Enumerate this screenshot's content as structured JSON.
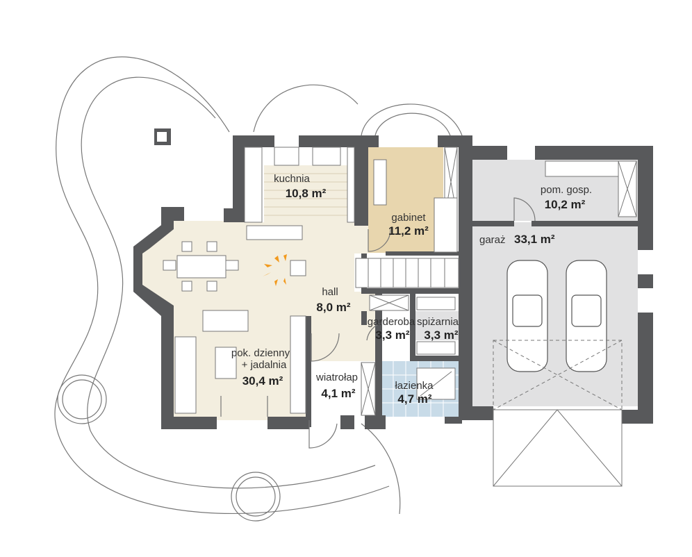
{
  "rooms": {
    "kuchnia": {
      "name": "kuchnia",
      "area": "10,8 m²"
    },
    "gabinet": {
      "name": "gabinet",
      "area": "11,2 m²"
    },
    "pom_gosp": {
      "name": "pom. gosp.",
      "area": "10,2 m²"
    },
    "garaz": {
      "name": "garaż",
      "area": "33,1 m²"
    },
    "hall": {
      "name": "hall",
      "area": "8,0 m²"
    },
    "garderoba": {
      "name": "garderoba",
      "area": "3,3 m²"
    },
    "spizarnia": {
      "name": "spiżarnia",
      "area": "3,3 m²"
    },
    "pokoj": {
      "name": "pok. dzienny",
      "name2": "+ jadalnia",
      "area": "30,4 m²"
    },
    "wiatrolap": {
      "name": "wiatrołap",
      "area": "4,1 m²"
    },
    "lazienka": {
      "name": "łazienka",
      "area": "4,7 m²"
    }
  },
  "colors": {
    "wall": "#58595b",
    "living": "#f3eedf",
    "study": "#e8d6ae",
    "garage": "#e1e1e2",
    "bathroom": "#c8dbe8"
  }
}
